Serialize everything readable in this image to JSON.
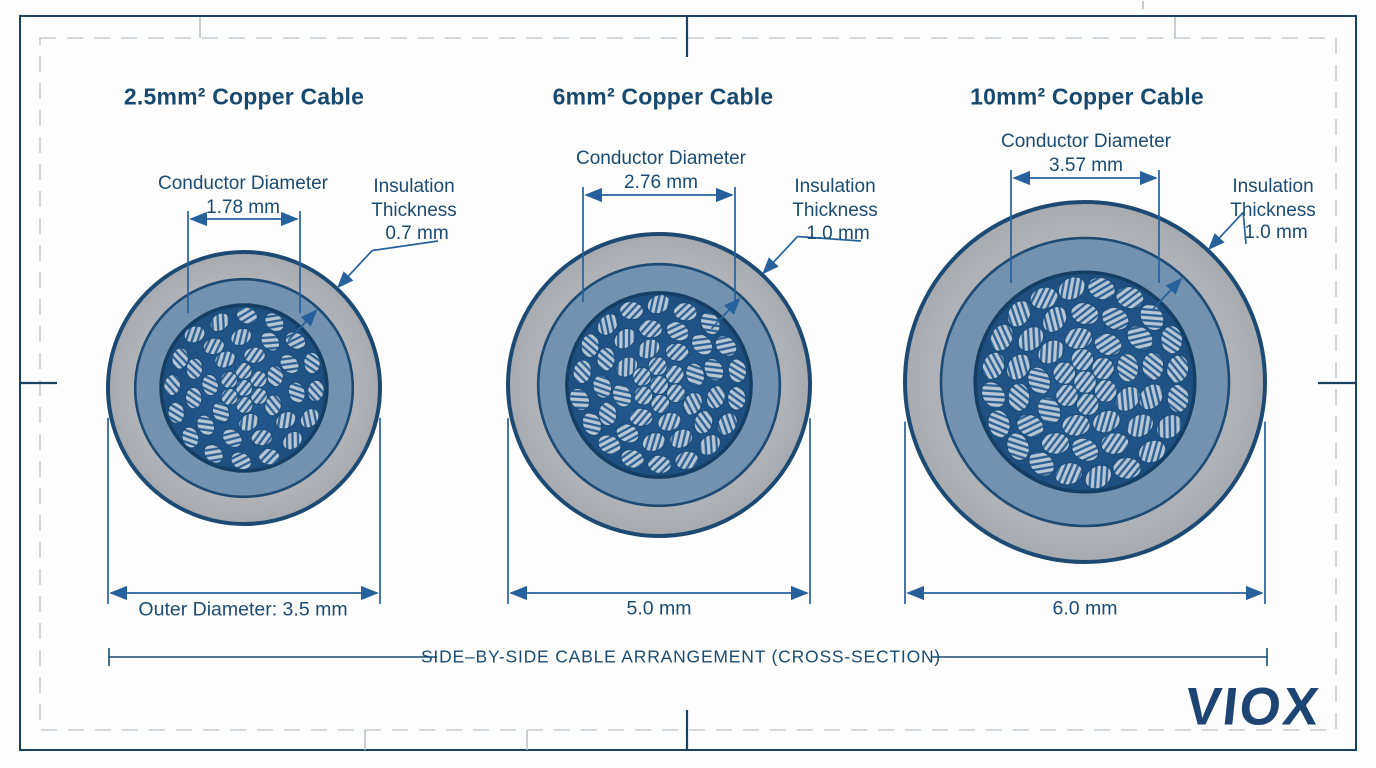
{
  "cables": [
    {
      "title": "2.5mm² Copper Cable",
      "conductor_diameter_label": "Conductor Diameter",
      "conductor_diameter_value": "1.78 mm",
      "insulation_label_line1": "Insulation",
      "insulation_label_line2": "Thickness",
      "insulation_thickness_value": "0.7 mm",
      "outer_diameter_label": "Outer Diameter: 3.5 mm"
    },
    {
      "title": "6mm² Copper Cable",
      "conductor_diameter_label": "Conductor Diameter",
      "conductor_diameter_value": "2.76 mm",
      "insulation_label_line1": "Insulation",
      "insulation_label_line2": "Thickness",
      "insulation_thickness_value": "1.0 mm",
      "outer_diameter_label": "5.0 mm"
    },
    {
      "title": "10mm² Copper Cable",
      "conductor_diameter_label": "Conductor Diameter",
      "conductor_diameter_value": "3.57 mm",
      "insulation_label_line1": "Insulation",
      "insulation_label_line2": "Thickness",
      "insulation_thickness_value": "1.0 mm",
      "outer_diameter_label": "6.0 mm"
    }
  ],
  "footer_caption": "SIDE–BY-SIDE CABLE ARRANGEMENT (CROSS-SECTION)",
  "logo_text": "VIOX",
  "colors": {
    "text_navy": "#1b4b72",
    "frame_navy": "#1d4260",
    "frame_dash_gray": "#c8cbcf",
    "minor_tick_gray": "#b9bdc2",
    "dim_line_blue": "#27619b",
    "jacket_gray": "#b4b7bb",
    "jacket_gray_light": "#c2c5c9",
    "jacket_gray_dark": "#a7abb0",
    "ring_stroke_navy": "#1d4a72",
    "insulation_blue": "#7292af",
    "conductor_blue": "#245d94",
    "conductor_blue_dark": "#1d4f80",
    "conductor_stroke": "#143e63",
    "strand_light": "#b7c6d5",
    "strand_hatch": "#2b5f92",
    "strand_stroke": "#1a4a77",
    "logo_navy": "#1d4473"
  }
}
